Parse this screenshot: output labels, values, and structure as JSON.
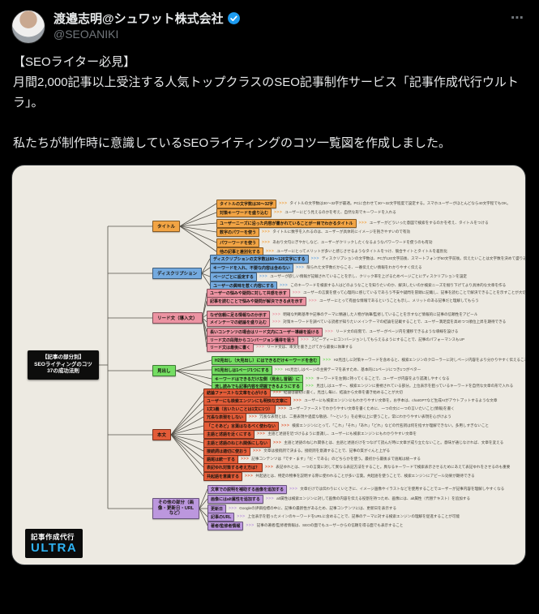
{
  "header": {
    "display_name": "渡邉志明@シュワット株式会社",
    "handle": "@SEOANIKI",
    "more": "⋯"
  },
  "post": {
    "text": "【SEOライター必見】\n月間2,000記事以上受注する人気トップクラスのSEO記事制作サービス「記事作成代行ウルトラ」。\n\n私たちが制作時に意識しているSEOライティングのコツ一覧図を作成しました。"
  },
  "mindmap": {
    "background": "#EDEAE2",
    "arrow": ">>>",
    "root": {
      "line1": "【記事の部分別】",
      "line2": "SEOライティングのコツ",
      "line3": "37の成功法則"
    },
    "logo": {
      "line1": "記事作成代行",
      "line2": "ULTRA",
      "accent": "#2FB3F3"
    },
    "branches": [
      {
        "label": "タイトル",
        "color": "#F2A444",
        "leaves": [
          {
            "label": "タイトルの文字数は30〜32字",
            "desc": "タイトルの文字数は30〜32字が最適。PCに合わせて30〜32文字程度で設定する。スマホユーザーがほとんどなら40文字程でもOK。"
          },
          {
            "label": "対策キーワードを盛り込む",
            "desc": "ユーザーにどう見えるのかを考え、自然な形でキーワードを入れる"
          },
          {
            "label": "ユーザーニーズに沿った内容が書かれていることが一目でわかるタイトル",
            "desc": "ユーザーがどういった意図で検索をするのかを考え、タイトルをつける"
          },
          {
            "label": "数字のパワーを使う",
            "desc": "タイトルに数字を入れるのは、ユーザーが具体的にイメージを抱きやすいので有効"
          },
          {
            "label": "パワーワードを使う",
            "desc": "あおり文句にぎやかしなど、ユーザーがクリックしたくなるようなパワーワードを使うのも有効"
          },
          {
            "label": "他の記事と差別化する",
            "desc": "ユーザーにとってメリットが多いと感じさせるようなタイトルをつけ、競合サイトとタイトルを差別化"
          }
        ]
      },
      {
        "label": "ディスクリプション",
        "color": "#74AADF",
        "leaves": [
          {
            "label": "ディスクリプションの文字数は80〜120文字にする",
            "desc": "ディスクリプションの文字数は、PCが120文字前後、スマートフォンが50文字前後。伝えたいことは文字数を決めて盛り込む"
          },
          {
            "label": "キーワードを入れ、不要な内容は含めない",
            "desc": "限られた文字数だからこそ、一番伝えたい情報をわかりやすく伝える"
          },
          {
            "label": "ページごとに設定する",
            "desc": "ユーザーが欲しい情報が記載されていることを示し、クリック率を上げるためページごとにディスクリプションを設定"
          },
          {
            "label": "ユーザーの興味を惹く内容にする",
            "desc": "このキーワードを検索する人はどのようなことを知りたいのか、解決したいのか検索ニーズを掘り下げてより具体的な文章を作る"
          }
        ]
      },
      {
        "label": "リード文（導入文）",
        "color": "#EC93A2",
        "leaves": [
          {
            "label": "ユーザーの悩みや疑問に対して共感を示す",
            "desc": "ユーザーの言葉を使って心理的に感じているであろう不安や疑問を冒頭に記載し、記事を読むことで解決できることを示すことが大切"
          },
          {
            "label": "記事を読むことで悩みや疑問が解決できる点を示す",
            "desc": "ユーザーにとって有益な情報であるということも示し、メリットのある記事だと理解してもらう"
          },
          {
            "label": "なぜ信頼に足る情報なのか示す",
            "desc": "明確な判断基準や記事のテーマに精通した人物が執筆/監修していることを示すなど情報的に記事の信頼性をアピール"
          },
          {
            "label": "メインテーマの結論を盛り込む",
            "desc": "対策キーワードを調べている読者が知りたいメインテーマの結論を記載することで、ユーザー満足度を高めつつ順位上昇を期待できる"
          },
          {
            "label": "長いコンテンツの場合はリード文内にユーザー導線を設ける",
            "desc": "リード文の段階で、ユーザーがページ内を遷移できるような導線を設ける"
          },
          {
            "label": "リード文の段階からコンバージョン獲得を狙う",
            "desc": "スピーディーにコンバージョンしてもらえるようにすることで、記事のパフォーマンスもUP"
          },
          {
            "label": "リード文は最後に書く",
            "desc": "リード文は、本文を書き上げてから最後に執筆する"
          }
        ]
      },
      {
        "label": "見出し",
        "color": "#74DD62",
        "leaves": [
          {
            "label": "H2見出し（大見出し）にはできるだけキーワードを含む",
            "desc": "H2見出しに対策キーワードを含めると、検索エンジンのクローラーに対しページ内容をより分かりやすく伝えることができる"
          },
          {
            "label": "H1見出しは1ページ1つにする",
            "desc": "H1見出しはページの主要テーマを表すため、基本的に1ページにつき1つがベター"
          },
          {
            "label": "キーワードはできるだけ左側（見出し冒頭）に",
            "desc": "キーワードを左側に持ってくることで、ユーザーが内容をより認識しやすくなる"
          },
          {
            "label": "流し読みでも記事内容を把握できるようにする",
            "desc": "見出しはユーザー、検索エンジンに重視されている部分。上位表示を狙っているキーワードを自然な文章の形で入れる"
          }
        ]
      },
      {
        "label": "本文",
        "color": "#E35C38",
        "leaves": [
          {
            "label": "結論ファーストな文章を心がける",
            "desc": "結論は最初に書く。見出し毎に、結論から文章を書き始めることが大切"
          },
          {
            "label": "ユーザーにも検索エンジンにも明快な文章に",
            "desc": "ユーザーにも検索エンジンにもわかりやすい文章を。お手本は、chatGPTなど生成AIがアウトプットするような文章"
          },
          {
            "label": "1文1義（言いたいことは1文に1つ）",
            "desc": "ユーザーファーストでわかりやすい文章を書くために、一つの文に一つの言いたいこと(情報)を書く"
          },
          {
            "label": "冗長な表現をしない",
            "desc": "冗長な表現とは、二重表現や過度な敬語、「〜という」を必要以上に使うこと。常にわかりやすい表現を心がけよう"
          },
          {
            "label": "「こそあど」言葉はなるべく使わない",
            "desc": "検索エンジンにとって、「これ」「それ」「あれ」「どれ」などの代名詞は何を指すか理解できない。多用しすぎないこと"
          },
          {
            "label": "主語と述語を近くにする",
            "desc": "主語と述語を近づけるように意識し、ユーザーにも検索エンジンにもわかりやすい文章を"
          },
          {
            "label": "主語と述語のねじれ関係にしない",
            "desc": "主語と述語のねじれ関係とは、主語と述語だけをつなげて読んだ時に文章が成り立たないこと。意味が通じなければ、文章を変える"
          },
          {
            "label": "接続詞は適切に使おう",
            "desc": "文章は接続詞で決まる。接続詞を意識することで、記事の質がぐんと上がる"
          },
          {
            "label": "語尾は統一する",
            "desc": "記事コンテンツは「です・ます」「だ・である」のどちらかを使う。最初から最後まで語尾は統一する"
          },
          {
            "label": "表記ゆれ対策する考え方は？",
            "desc": "表記ゆれとは、一つの言葉に対して異なる表記方法をすること。異なるキーワードで検索表示させるためにあえて表記ゆれをさせるのも重要"
          },
          {
            "label": "共起語を意識する",
            "desc": "共起語とは、特定の物事を説明する際に使われることが多い言葉。共起語を使うことで、検索エンジンにアピール効果が期待できる"
          }
        ]
      },
      {
        "label": "その他の部分（画像・更新日・URLなど）",
        "color": "#BC97DE",
        "leaves": [
          {
            "label": "文章での説明を補助する画像を追加する",
            "desc": "文章だけでは伝わりにくいときに、イメージ画像やイラストなどを使用することでユーザーが記事内容を理解しやすくなる"
          },
          {
            "label": "画像にはalt属性を追加する",
            "desc": "alt属性は検索エンジンに対して画像の内容を伝える役割を持つため、画像には、alt属性（代替テキスト）を追加する"
          },
          {
            "label": "更新日",
            "desc": "Googleの評価指標の中に、記事の最新性があるため、記事コンテンツには、更新日を表示する"
          },
          {
            "label": "記事のURL",
            "desc": "上位表示を狙ったメインのキーワードをURLに含めることで、記事のテーマに対する検索エンジンの理解を促進することが可能"
          },
          {
            "label": "著者/監修者情報",
            "desc": "記事の著者/監修者情報は、SEOの面でもユーザーからの信頼を得る面でも表示すること"
          }
        ]
      }
    ]
  }
}
